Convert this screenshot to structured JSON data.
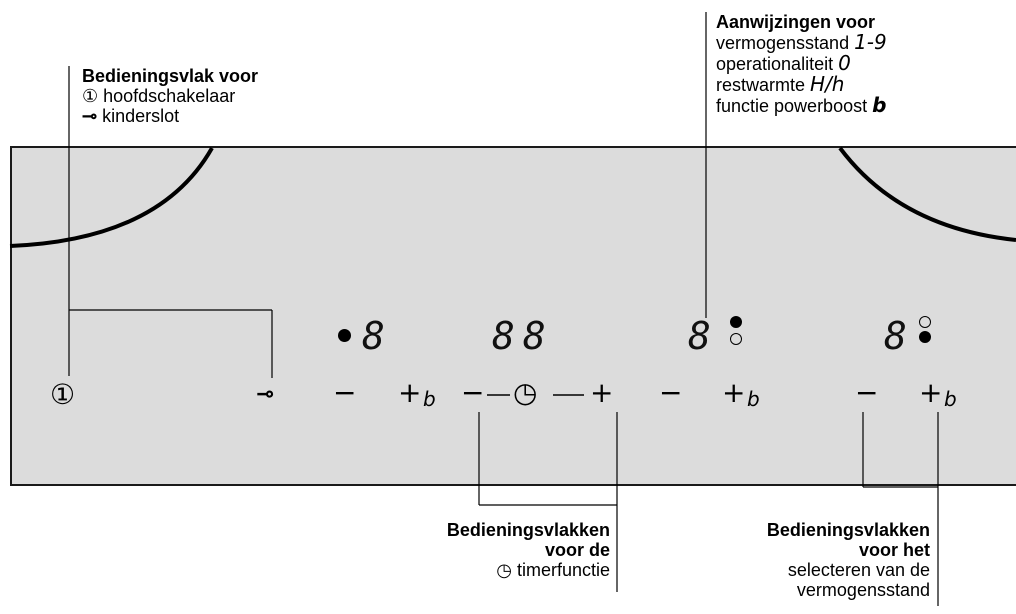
{
  "top_left_label": {
    "title": "Bedieningsvlak voor",
    "line1_symbol": "①",
    "line1_text": " hoofdschakelaar",
    "line2_symbol": "⊸",
    "line2_text": " kinderslot"
  },
  "top_right_label": {
    "title": "Aanwijzingen voor",
    "line1_text": "vermogensstand ",
    "line1_code": "1-9",
    "line2_text": "operationaliteit ",
    "line2_code": "0",
    "line3_text": "restwarmte ",
    "line3_code": "H/h",
    "line4_text": "functie powerboost ",
    "line4_code": "b"
  },
  "panel": {
    "displays": [
      "8",
      "88",
      "8",
      "8"
    ],
    "power_symbol": "①",
    "key_symbol": "⊸",
    "minus": "−",
    "plus": "+",
    "boost": "b",
    "timer_symbol": "◷"
  },
  "bottom_mid_label": {
    "title1": "Bedieningsvlakken",
    "title2": "voor de",
    "line_symbol": "◷",
    "line_text": " timerfunctie"
  },
  "bottom_right_label": {
    "title1": "Bedieningsvlakken",
    "title2": "voor het",
    "line1": "selecteren van de",
    "line2": "vermogensstand"
  }
}
